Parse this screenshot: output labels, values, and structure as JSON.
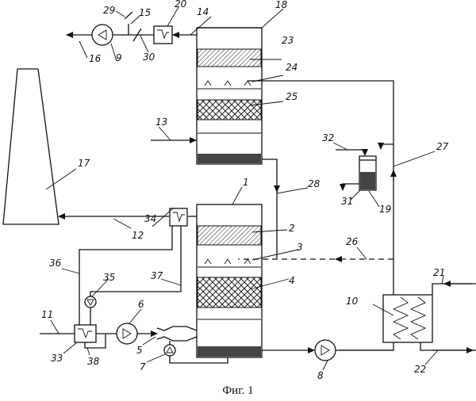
{
  "caption": "Фиг. 1",
  "labels": {
    "n1": "1",
    "n2": "2",
    "n3": "3",
    "n4": "4",
    "n5": "5",
    "n6": "6",
    "n7": "7",
    "n8": "8",
    "n9": "9",
    "n10": "10",
    "n11": "11",
    "n12": "12",
    "n13": "13",
    "n14": "14",
    "n15": "15",
    "n16": "16",
    "n17": "17",
    "n18": "18",
    "n19": "19",
    "n20": "20",
    "n21": "21",
    "n22": "22",
    "n23": "23",
    "n24": "24",
    "n25": "25",
    "n26": "26",
    "n27": "27",
    "n28": "28",
    "n29": "29",
    "n30": "30",
    "n31": "31",
    "n32": "32",
    "n33": "33",
    "n34": "34",
    "n35": "35",
    "n36": "36",
    "n37": "37",
    "n38": "38"
  }
}
